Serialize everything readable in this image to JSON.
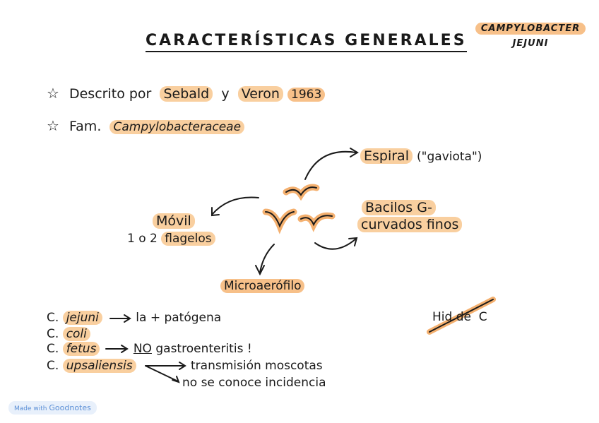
{
  "title": "CARACTERÍSTICAS GENERALES",
  "badge": {
    "line1": "CAMPYLOBACTER",
    "line2": "JEJUNI"
  },
  "intro": {
    "described_prefix": "Descrito por",
    "author1": "Sebald",
    "conj": "y",
    "author2": "Veron",
    "year": "1963",
    "fam_prefix": "Fam.",
    "family": "Campylobacteraceae"
  },
  "diagram": {
    "espiral": "Espiral",
    "espiral_note": "(\"gaviota\")",
    "bacilos_1": "Bacilos G-",
    "bacilos_2": "curvados finos",
    "movil": "Móvil",
    "flagelos_prefix": "1 o 2",
    "flagelos": "flagelos",
    "micro": "Microaerófilo"
  },
  "species": [
    {
      "name": "jejuni",
      "prefix": "C.",
      "note": "la + patógena"
    },
    {
      "name": "coli",
      "prefix": "C.",
      "note": ""
    },
    {
      "name": "fetus",
      "prefix": "C.",
      "no": "NO",
      "note": "gastroenteritis !"
    },
    {
      "name": "upsaliensis",
      "prefix": "C.",
      "note1": "transmisión moscotas",
      "note2": "no se conoce incidencia"
    }
  ],
  "hid": {
    "prefix": "Hid",
    "strike": "de",
    "suffix": "C"
  },
  "footer": {
    "made": "Made with",
    "brand": "Goodnotes"
  }
}
